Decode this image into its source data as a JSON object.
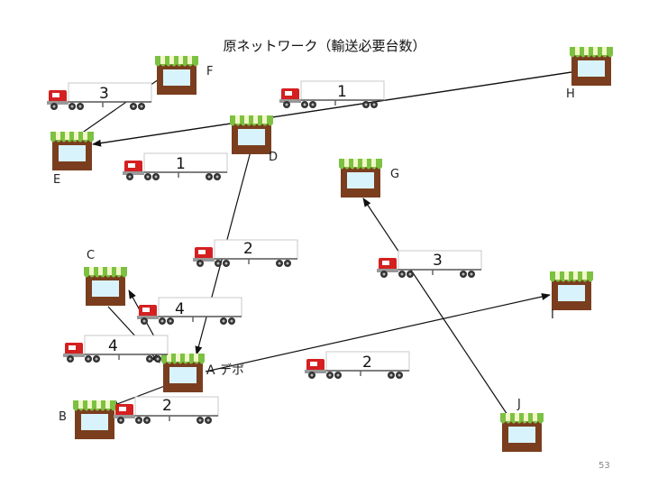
{
  "title": "原ネットワーク（輸送必要台数）",
  "page_number": "53",
  "nodes": {
    "A": {
      "label": "A デポ"
    },
    "B": {
      "label": "B"
    },
    "C": {
      "label": "C"
    },
    "D": {
      "label": "D"
    },
    "E": {
      "label": "E"
    },
    "F": {
      "label": "F"
    },
    "G": {
      "label": "G"
    },
    "H": {
      "label": "H"
    },
    "I": {
      "label": "I"
    },
    "J": {
      "label": "J"
    }
  },
  "trucks": [
    {
      "id": "t_ef",
      "count": "3"
    },
    {
      "id": "t_dh",
      "count": "1"
    },
    {
      "id": "t_ed",
      "count": "1"
    },
    {
      "id": "t_ad",
      "count": "2"
    },
    {
      "id": "t_ai",
      "count": "3"
    },
    {
      "id": "t_ac",
      "count": "4"
    },
    {
      "id": "t_ca",
      "count": "4"
    },
    {
      "id": "t_aj",
      "count": "2"
    },
    {
      "id": "t_ab",
      "count": "2"
    }
  ],
  "edges": [
    {
      "from": "E",
      "to": "F"
    },
    {
      "from": "H",
      "to": "E"
    },
    {
      "from": "D",
      "to": "A"
    },
    {
      "from": "A",
      "to": "C"
    },
    {
      "from": "C",
      "to": "A"
    },
    {
      "from": "A",
      "to": "B"
    },
    {
      "from": "A",
      "to": "I"
    },
    {
      "from": "J",
      "to": "G"
    }
  ],
  "colors": {
    "truck_cab": "#d42020",
    "trailer": "#ffffff",
    "awning_green": "#7cc142",
    "awning_light": "#f2f7c8",
    "shop_brown": "#7a3e1e",
    "shop_window": "#d8f3fb",
    "arrow": "#111111"
  }
}
